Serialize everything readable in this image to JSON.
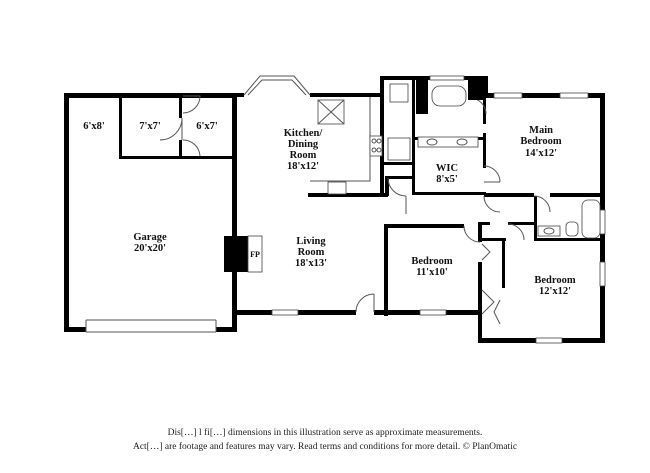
{
  "rooms": {
    "storage": {
      "size": "6'x8'"
    },
    "closet1": {
      "size": "7'x7'"
    },
    "closet2": {
      "size": "6'x7'"
    },
    "kitchen": {
      "name_line1": "Kitchen/",
      "name_line2": "Dining",
      "name_line3": "Room",
      "size": "18'x12'"
    },
    "main_bedroom": {
      "name_line1": "Main",
      "name_line2": "Bedroom",
      "size": "14'x12'"
    },
    "wic": {
      "name": "WIC",
      "size": "8'x5'"
    },
    "garage": {
      "name": "Garage",
      "size": "20'x20'"
    },
    "living": {
      "name_line1": "Living",
      "name_line2": "Room",
      "size": "18'x13'"
    },
    "bedroom1": {
      "name": "Bedroom",
      "size": "11'x10'"
    },
    "bedroom2": {
      "name": "Bedroom",
      "size": "12'x12'"
    },
    "fireplace": {
      "label": "FP"
    }
  },
  "disclaimer": {
    "line1": "Dis[…] l fi[…] dimensions in this illustration serve as approximate measurements.",
    "line2": "Act[…] are footage and features may vary. Read terms and conditions for more detail. © PlanOmatic"
  }
}
